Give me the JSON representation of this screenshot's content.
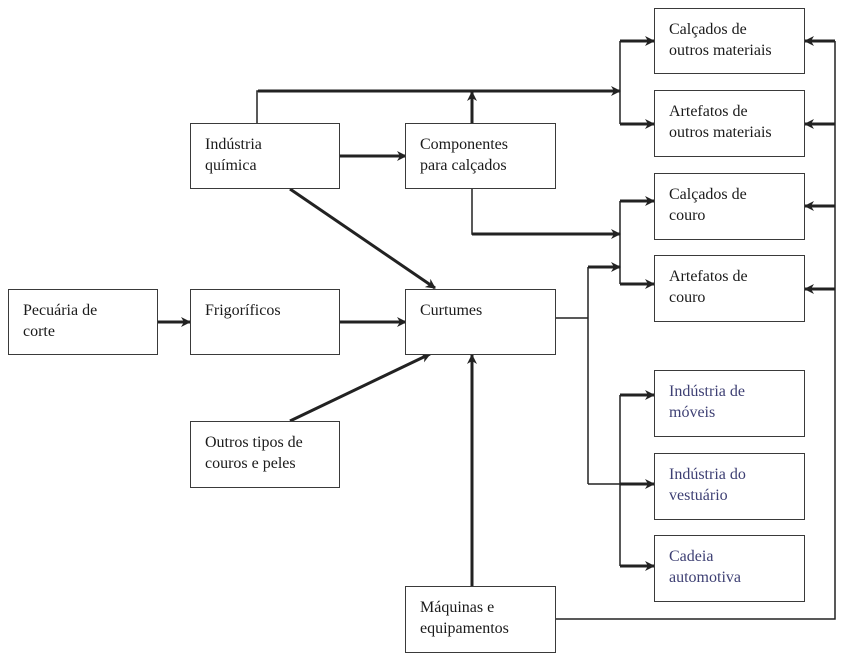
{
  "diagram": {
    "type": "flowchart",
    "language": "pt-BR",
    "nodes": [
      {
        "id": "pecuaria",
        "label": "Pecuária de\ncorte",
        "color": "#1a1a1a"
      },
      {
        "id": "frigorificos",
        "label": "Frigoríficos",
        "color": "#1a1a1a"
      },
      {
        "id": "curtumes",
        "label": "Curtumes",
        "color": "#1a1a1a"
      },
      {
        "id": "quimica",
        "label": "Indústria\nquímica",
        "color": "#1a1a1a"
      },
      {
        "id": "componentes",
        "label": "Componentes\npara calçados",
        "color": "#1a1a1a"
      },
      {
        "id": "outros_couros",
        "label": "Outros tipos de\ncouros e peles",
        "color": "#1a1a1a"
      },
      {
        "id": "maquinas",
        "label": "Máquinas e\nequipamentos",
        "color": "#1a1a1a"
      },
      {
        "id": "calc_outros",
        "label": "Calçados de\noutros materiais",
        "color": "#1a1a1a"
      },
      {
        "id": "artef_outros",
        "label": "Artefatos de\noutros materiais",
        "color": "#1a1a1a"
      },
      {
        "id": "calc_couro",
        "label": "Calçados de\ncouro",
        "color": "#1a1a1a"
      },
      {
        "id": "artef_couro",
        "label": "Artefatos de\ncouro",
        "color": "#1a1a1a"
      },
      {
        "id": "moveis",
        "label": "Indústria de\nmóveis",
        "color": "#3d3f73"
      },
      {
        "id": "vestuario",
        "label": "Indústria do\nvestuário",
        "color": "#3d3f73"
      },
      {
        "id": "automotiva",
        "label": "Cadeia\nautomotiva",
        "color": "#3d3f73"
      }
    ],
    "edges": [
      {
        "from": "pecuaria",
        "to": "frigorificos"
      },
      {
        "from": "frigorificos",
        "to": "curtumes"
      },
      {
        "from": "quimica",
        "to": "curtumes"
      },
      {
        "from": "quimica",
        "to": "componentes"
      },
      {
        "from": "outros_couros",
        "to": "curtumes"
      },
      {
        "from": "maquinas",
        "to": "curtumes"
      },
      {
        "from": "quimica",
        "to": "calc_outros"
      },
      {
        "from": "quimica",
        "to": "artef_outros"
      },
      {
        "from": "componentes",
        "to": "calc_outros"
      },
      {
        "from": "componentes",
        "to": "artef_outros"
      },
      {
        "from": "componentes",
        "to": "calc_couro"
      },
      {
        "from": "componentes",
        "to": "artef_couro"
      },
      {
        "from": "curtumes",
        "to": "calc_couro"
      },
      {
        "from": "curtumes",
        "to": "artef_couro"
      },
      {
        "from": "curtumes",
        "to": "moveis"
      },
      {
        "from": "curtumes",
        "to": "vestuario"
      },
      {
        "from": "curtumes",
        "to": "automotiva"
      },
      {
        "from": "maquinas",
        "to": "calc_outros"
      },
      {
        "from": "maquinas",
        "to": "artef_outros"
      },
      {
        "from": "maquinas",
        "to": "calc_couro"
      },
      {
        "from": "maquinas",
        "to": "artef_couro"
      }
    ]
  }
}
